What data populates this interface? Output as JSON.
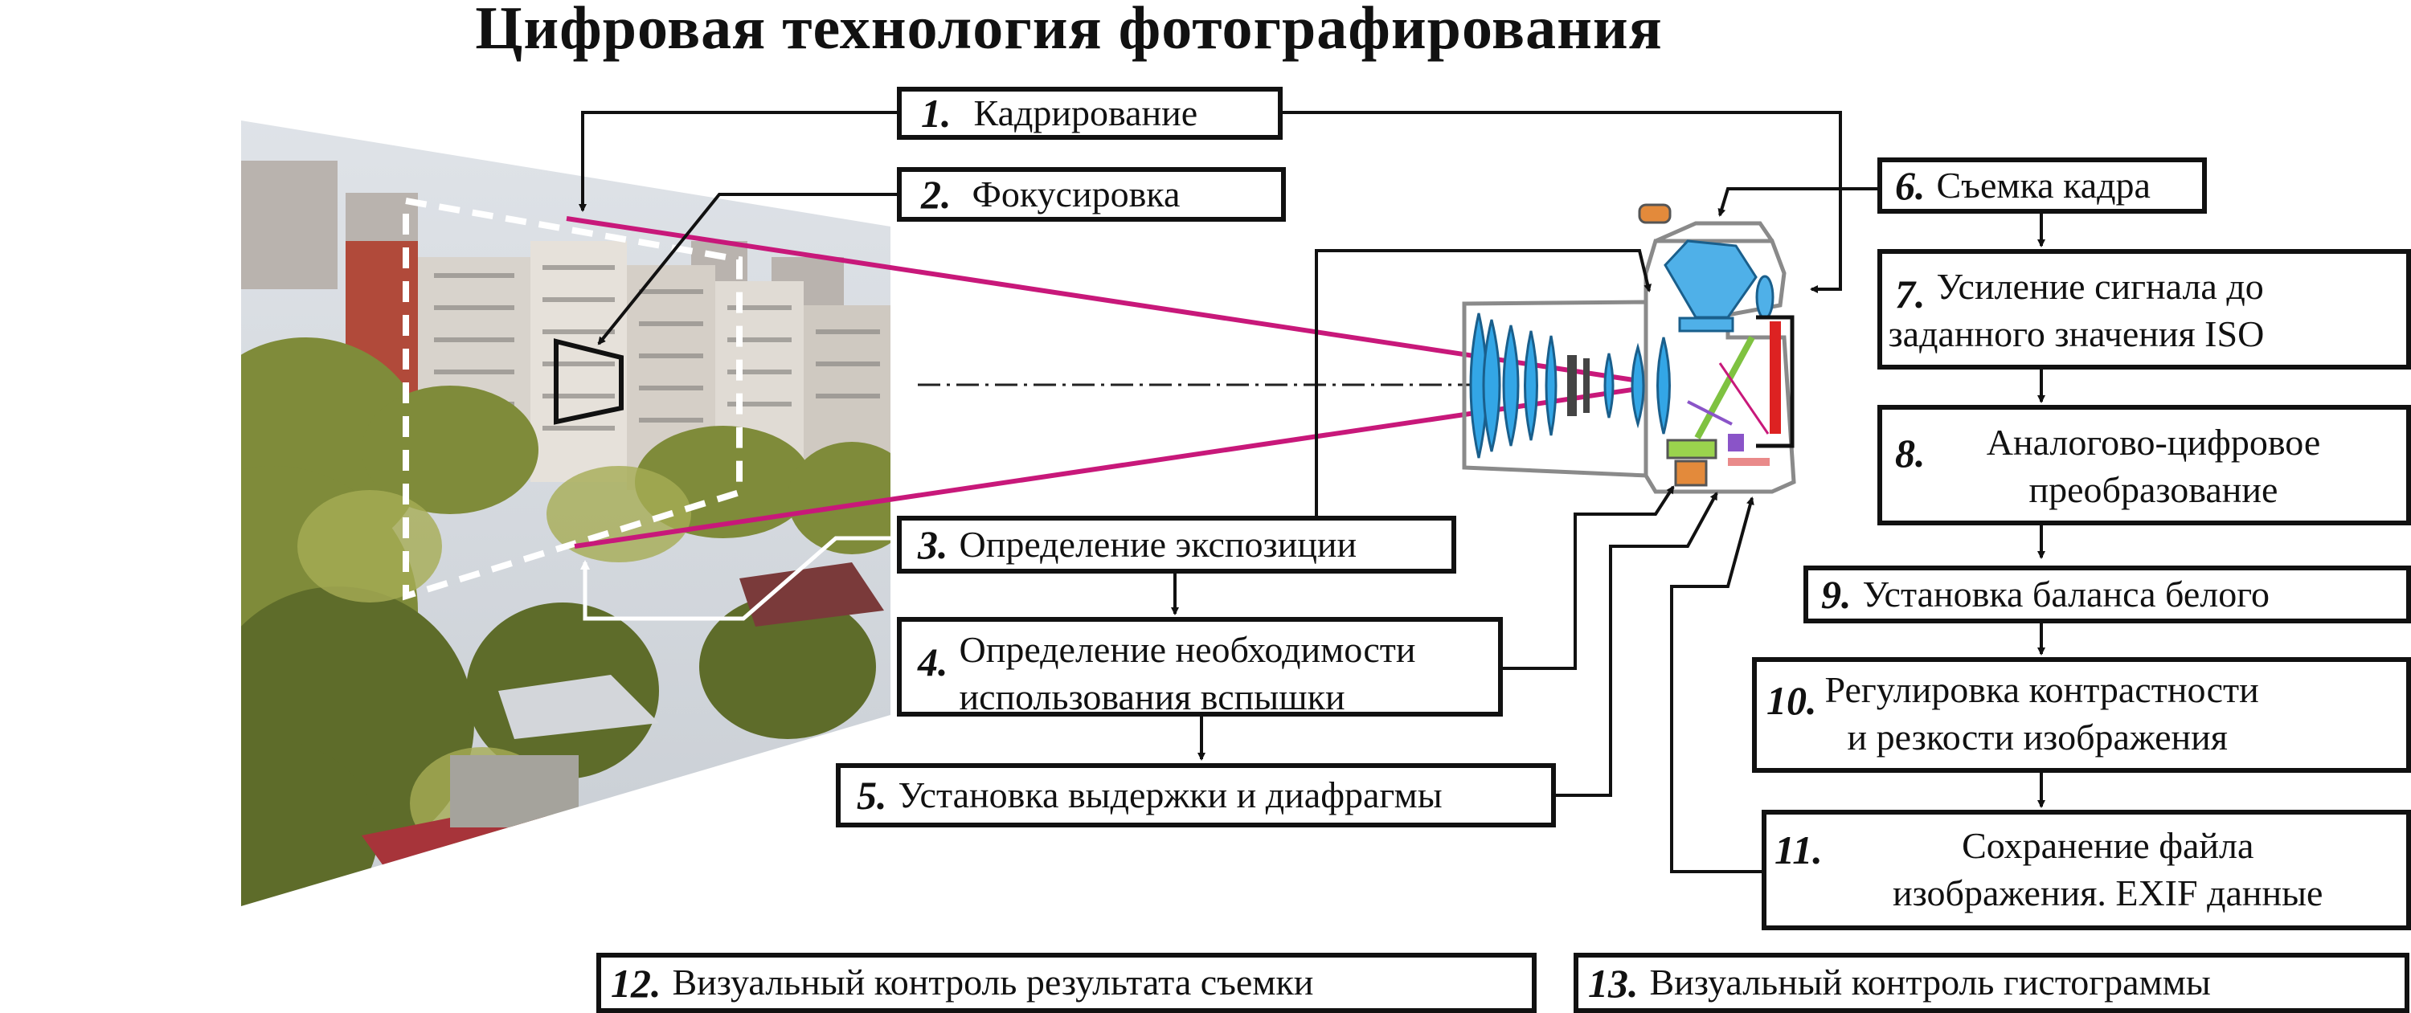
{
  "title": "Цифровая технология фотографирования",
  "colors": {
    "ray": "#c8187a",
    "frame": "#ffffff",
    "lens_blue": "#33a6e6",
    "prism": "#4fb0e8"
  },
  "steps": [
    {
      "num": "1.",
      "label": "Кадрирование"
    },
    {
      "num": "2.",
      "label": "Фокусировка"
    },
    {
      "num": "3.",
      "label": "Определение экспозиции"
    },
    {
      "num": "4.",
      "label": "Определение необходимости",
      "label2": "использования вспышки"
    },
    {
      "num": "5.",
      "label": "Установка выдержки и диафрагмы"
    },
    {
      "num": "6.",
      "label": "Съемка кадра"
    },
    {
      "num": "7.",
      "label": "Усиление сигнала до",
      "label2": "заданного значения ISO"
    },
    {
      "num": "8.",
      "label": "Аналогово-цифровое",
      "label2": "преобразование"
    },
    {
      "num": "9.",
      "label": "Установка баланса белого"
    },
    {
      "num": "10.",
      "label": "Регулировка контрастности",
      "label2": "и резкости изображения"
    },
    {
      "num": "11.",
      "label": "Сохранение файла",
      "label2": "изображения. EXIF данные"
    },
    {
      "num": "12.",
      "label": "Визуальный контроль результата съемки"
    },
    {
      "num": "13.",
      "label": "Визуальный контроль гистограммы"
    }
  ],
  "icons": {
    "photo": "city-photo-image",
    "camera": "slr-camera-cross-section-icon"
  }
}
